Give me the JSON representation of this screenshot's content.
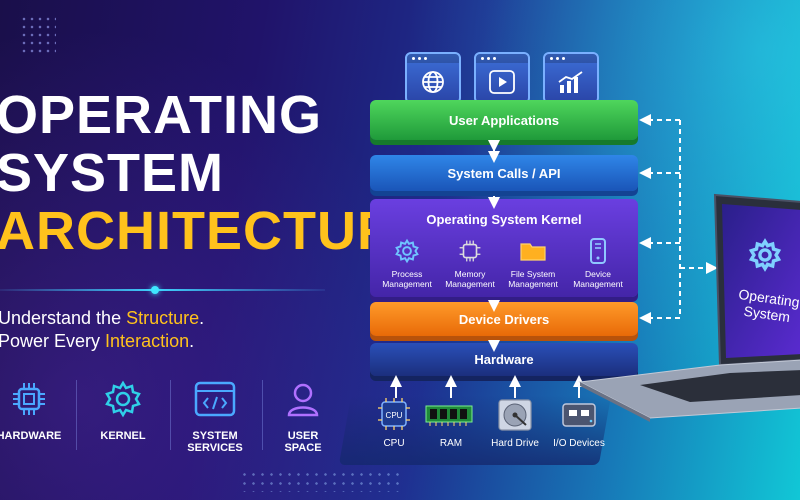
{
  "title": {
    "line1": "OPERATING",
    "line2": "SYSTEM",
    "line3": "ARCHITECTURE"
  },
  "tagline": {
    "line1_prefix": "Understand the ",
    "line1_highlight": "Structure",
    "line1_suffix": ".",
    "line2_prefix": "Power Every ",
    "line2_highlight": "Interaction",
    "line2_suffix": "."
  },
  "categories": [
    {
      "label": "HARDWARE",
      "icon": "chip-icon"
    },
    {
      "label": "KERNEL",
      "icon": "gear-icon"
    },
    {
      "label": "SYSTEM\nSERVICES",
      "icon": "code-window-icon"
    },
    {
      "label": "USER\nSPACE",
      "icon": "user-icon"
    }
  ],
  "app_windows": [
    "globe-icon",
    "play-icon",
    "chart-icon"
  ],
  "layers": {
    "user_applications": "User Applications",
    "system_calls": "System Calls / API",
    "kernel": "Operating System Kernel",
    "device_drivers": "Device Drivers",
    "hardware": "Hardware"
  },
  "kernel_components": [
    {
      "label": "Process\nManagement",
      "icon": "gear-icon"
    },
    {
      "label": "Memory\nManagement",
      "icon": "chip-icon"
    },
    {
      "label": "File System\nManagement",
      "icon": "folder-icon"
    },
    {
      "label": "Device\nManagement",
      "icon": "phone-icon"
    }
  ],
  "hardware_devices": [
    {
      "label": "CPU",
      "icon": "cpu-icon",
      "chip_text": "CPU"
    },
    {
      "label": "RAM",
      "icon": "ram-icon"
    },
    {
      "label": "Hard Drive",
      "icon": "hard-drive-icon"
    },
    {
      "label": "I/O Devices",
      "icon": "io-device-icon"
    }
  ],
  "laptop_screen": "Operating\nSystem",
  "colors": {
    "accent_yellow": "#ffc21c",
    "user_layer": "#2fb84a",
    "syscall_layer": "#2a6fd6",
    "kernel_layer": "#5531c8",
    "driver_layer": "#f57d12",
    "hardware_layer": "#22409a"
  }
}
